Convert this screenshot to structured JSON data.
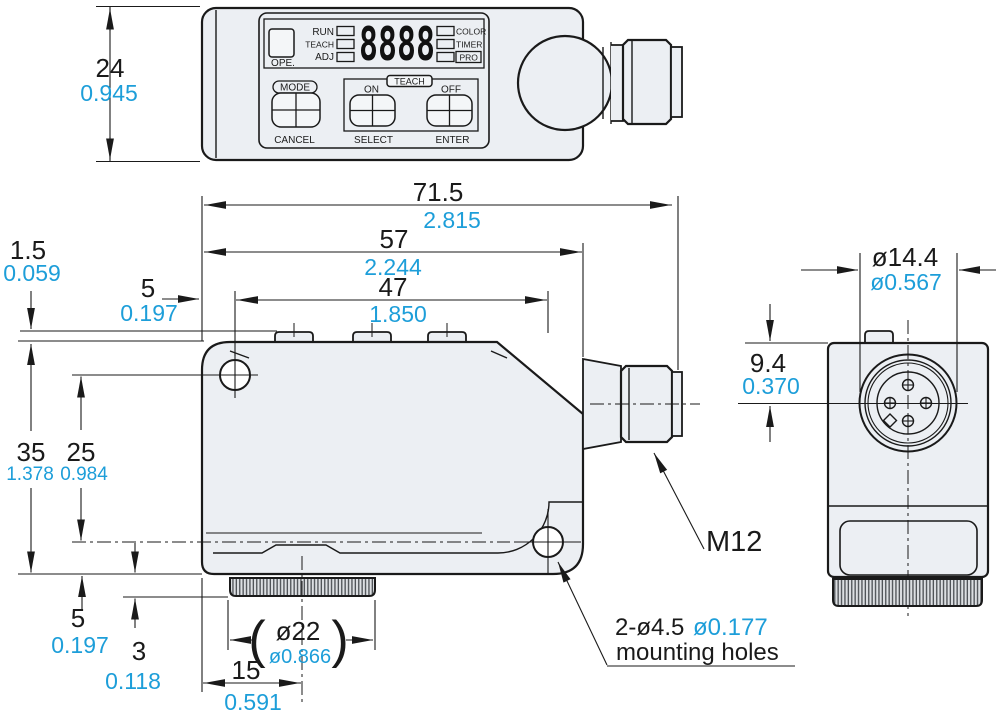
{
  "title": "Photoelectric color sensor outline dimension drawing",
  "colors": {
    "mm_text": "#1a1a1a",
    "inch_text": "#1d9ed9",
    "line": "#1a1a1a",
    "body_fill": "#eceff3"
  },
  "panel": {
    "ope": "OPE.",
    "run": "RUN",
    "teach": "TEACH",
    "adj": "ADJ",
    "display": "8888",
    "color": "COLOR",
    "timer": "TIMER",
    "pro": "PRO",
    "mode": "MODE",
    "cancel": "CANCEL",
    "teach_group": "TEACH",
    "on": "ON",
    "off": "OFF",
    "select": "SELECT",
    "enter": "ENTER"
  },
  "dims": {
    "top_height": {
      "mm": "24",
      "inch": "0.945"
    },
    "total_width": {
      "mm": "71.5",
      "inch": "2.815"
    },
    "body_width": {
      "mm": "57",
      "inch": "2.244"
    },
    "hole_pitch_x": {
      "mm": "47",
      "inch": "1.850"
    },
    "tab_height": {
      "mm": "1.5",
      "inch": "0.059"
    },
    "edge_to_hole": {
      "mm": "5",
      "inch": "0.197"
    },
    "body_height": {
      "mm": "35",
      "inch": "1.378"
    },
    "hole_pitch_y": {
      "mm": "25",
      "inch": "0.984"
    },
    "hole_to_bottom": {
      "mm": "5",
      "inch": "0.197"
    },
    "lens_protrusion": {
      "mm": "3",
      "inch": "0.118"
    },
    "lens_diameter": {
      "open_paren": "(",
      "mm": "ø22",
      "inch": "ø0.866",
      "close_paren": ")"
    },
    "lens_offset_x": {
      "mm": "15",
      "inch": "0.591"
    },
    "connector_diameter": {
      "mm": "ø14.4",
      "inch": "ø0.567"
    },
    "connector_offset_y": {
      "mm": "9.4",
      "inch": "0.370"
    }
  },
  "labels": {
    "connector_thread": "M12",
    "mounting_holes_mm": "2-ø4.5",
    "mounting_holes_inch": "ø0.177",
    "mounting_holes_text": "mounting holes"
  }
}
